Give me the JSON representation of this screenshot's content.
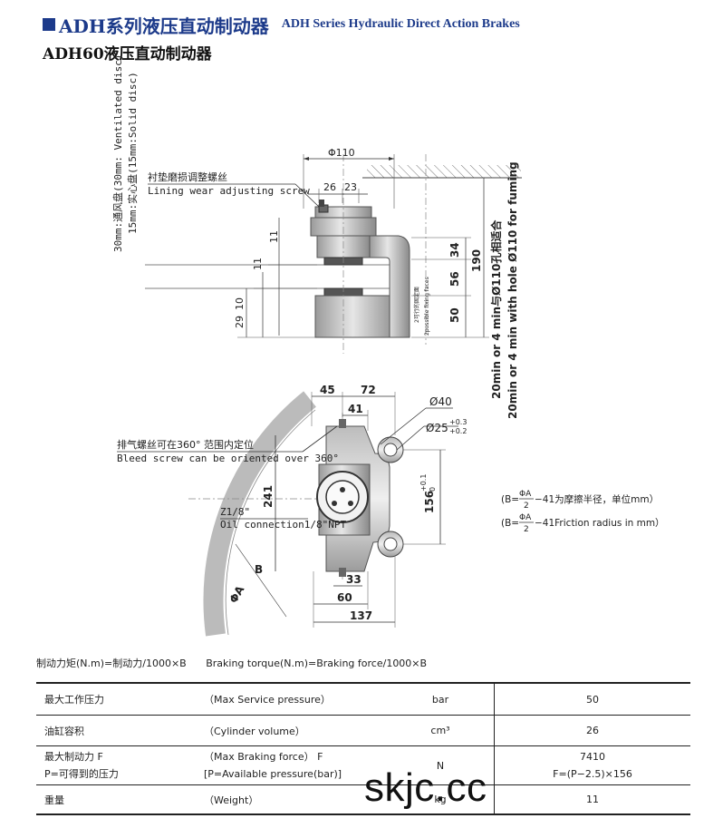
{
  "header": {
    "title_cn": "ADH系列液压直动制动器",
    "title_en": "ADH Series Hydraulic Direct Action Brakes",
    "brand_color": "#1c3a8a"
  },
  "subtitle": "ADH60液压直动制动器",
  "side_view": {
    "disc_note_cn": "30mm:通风盘(30mm: Ventilated disc)",
    "disc_note_en": "15mm:实心盘(15mm:Solid disc)",
    "screw_label_cn": "衬垫磨损调整螺丝",
    "screw_label_en": "Lining wear adjusting screw",
    "fixing_cn": "2可行的固定面",
    "fixing_en": "2possible fixing faces",
    "hole_note_cn": "20min or 4 min与Ø110孔相适合",
    "hole_note_en": "20min or 4 min with hole Ø110 for fuming",
    "dims": {
      "d110": "Φ110",
      "d26": "26",
      "d23": "23",
      "d11a": "11",
      "d11b": "11",
      "d34": "34",
      "d56": "56",
      "d190": "190",
      "d50": "50",
      "d29": "29",
      "d10": "10"
    }
  },
  "front_view": {
    "bleed_cn": "排气螺丝可在360° 范围内定位",
    "bleed_en": "Bleed screw can be oriented over 360°",
    "oil_a": "Z1/8\"",
    "oil_b": "Oil connection1/8\"NPT",
    "dims": {
      "d45": "45",
      "d72": "72",
      "d41": "41",
      "d40": "Ø40",
      "d25": "Ø25",
      "d25_tol_up": "+0.3",
      "d25_tol_dn": "+0.2",
      "d241": "241",
      "d156": "156",
      "d156_tol_up": "+0.1",
      "d156_tol_dn": "0",
      "d33": "33",
      "d60": "60",
      "d137": "137",
      "dB": "B",
      "dA": "ΦA"
    }
  },
  "formula": {
    "line1_lhs": "(B=",
    "line1_num": "ΦA",
    "line1_den": "2",
    "line1_rhs": "−41为摩擦半径，单位mm）",
    "line2_lhs": "(B=",
    "line2_num": "ΦA",
    "line2_den": "2",
    "line2_rhs": "−41Friction radius in mm）"
  },
  "torque_note": {
    "cn": "制动力矩(N.m)=制动力/1000×B",
    "en": "Braking torque(N.m)=Braking force/1000×B"
  },
  "specs": [
    {
      "cn": "最大工作压力",
      "en": "（Max Service pressure）",
      "unit": "bar",
      "value": "50"
    },
    {
      "cn": "油缸容积",
      "en": "（Cylinder volume）",
      "unit": "cm³",
      "value": "26"
    },
    {
      "cn": "最大制动力 F",
      "cn2": "P=可得到的压力",
      "en": "（Max Braking force） F",
      "en2": "[P=Available pressure(bar)]",
      "unit": "N",
      "value": "7410",
      "value2": "F=(P−2.5)×156"
    },
    {
      "cn": "重量",
      "en": "（Weight）",
      "unit": "kg",
      "value": "11"
    }
  ],
  "watermark": "skjc.cc"
}
